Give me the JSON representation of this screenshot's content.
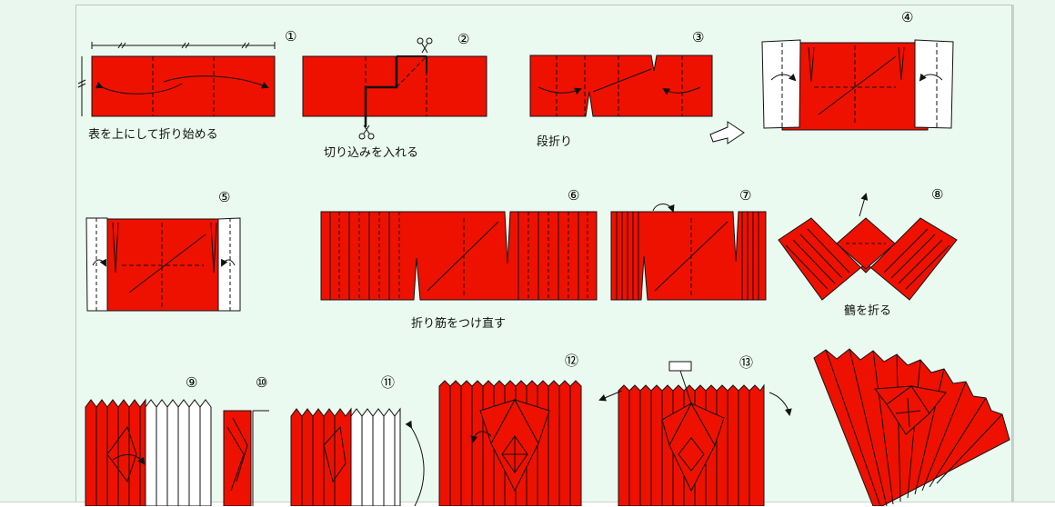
{
  "steps": {
    "n1": "①",
    "n2": "②",
    "n3": "③",
    "n4": "④",
    "n5": "⑤",
    "n6": "⑥",
    "n7": "⑦",
    "n8": "⑧",
    "n9": "⑨",
    "n10": "⑩",
    "n11": "⑪",
    "n12": "⑫",
    "n13": "⑬"
  },
  "captions": {
    "c1": "表を上にして折り始める",
    "c2": "切り込みを入れる",
    "c3": "段折り",
    "c6": "折り筋をつけ直す",
    "c8": "鶴を折る"
  },
  "colors": {
    "paper_front": "#ee1100",
    "paper_back": "#ffffff",
    "background": "#eafaf0",
    "line": "#111111"
  },
  "icons": [
    "scissors-icon",
    "curved-arrow-icon",
    "hollow-arrow-icon",
    "paper-clip-icon"
  ]
}
